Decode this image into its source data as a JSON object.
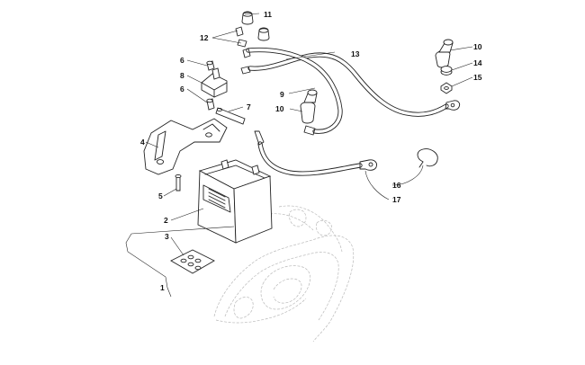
{
  "callouts": {
    "c1": "1",
    "c2": "2",
    "c3": "3",
    "c4": "4",
    "c5": "5",
    "c6a": "6",
    "c6b": "6",
    "c7": "7",
    "c8": "8",
    "c9": "9",
    "c10a": "10",
    "c10b": "10",
    "c11": "11",
    "c12": "12",
    "c13": "13",
    "c14": "14",
    "c15": "15",
    "c16": "16",
    "c17": "17"
  }
}
